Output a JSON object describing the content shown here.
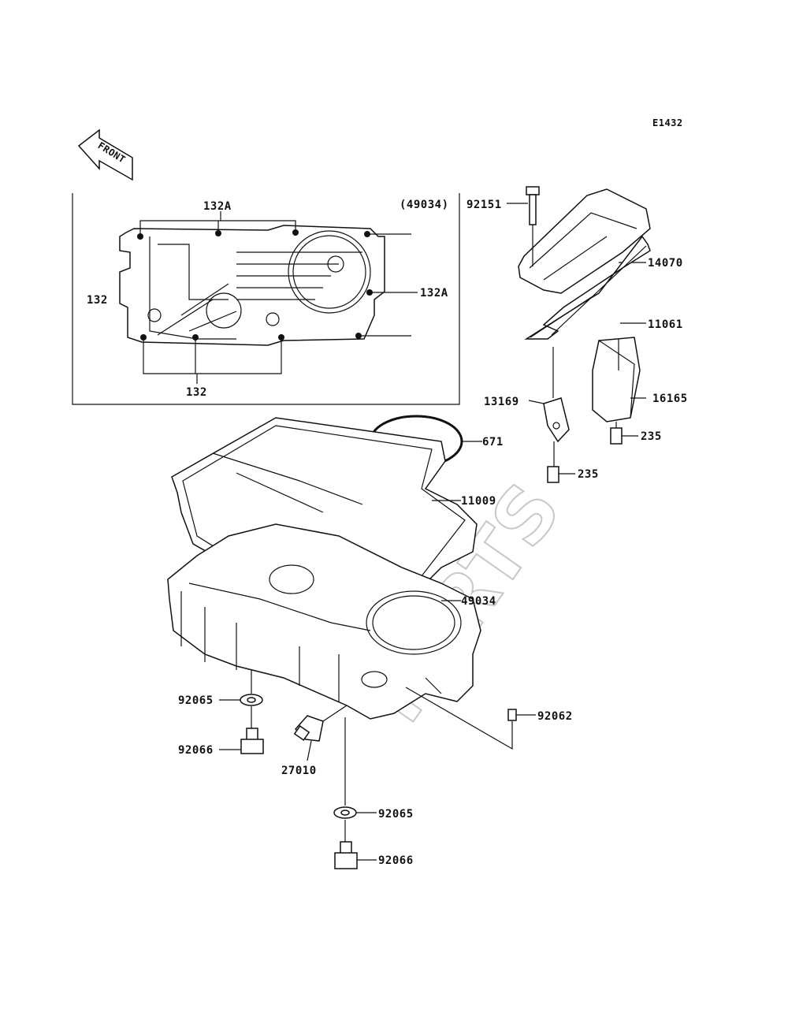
{
  "diagram_code": "E1432",
  "front_arrow_label": "FRONT",
  "watermark": "PARTS",
  "inset": {
    "ref_label": "(49034)",
    "label_132A_top": "132A",
    "label_132A_right": "132A",
    "label_132_left": "132",
    "label_132_bottom": "132"
  },
  "callouts": {
    "p92151": "92151",
    "p14070": "14070",
    "p11061": "11061",
    "p16165": "16165",
    "p13169": "13169",
    "p235_a": "235",
    "p235_b": "235",
    "p671": "671",
    "p11009": "11009",
    "p49034": "49034",
    "p92065_a": "92065",
    "p92066_a": "92066",
    "p27010": "27010",
    "p92062": "92062",
    "p92065_b": "92065",
    "p92066_b": "92066"
  }
}
